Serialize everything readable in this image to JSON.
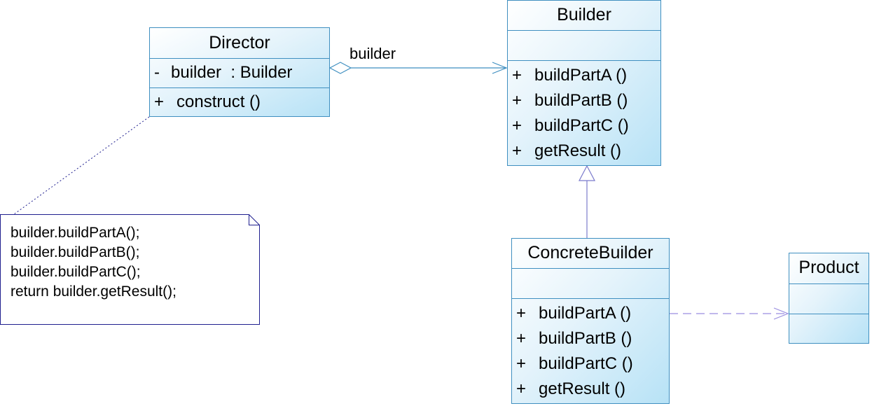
{
  "classes": {
    "director": {
      "name": "Director",
      "attributes": [
        {
          "vis": "-",
          "text": "builder  : Builder"
        }
      ],
      "operations": [
        {
          "vis": "+",
          "text": "construct ()"
        }
      ]
    },
    "builder": {
      "name": "Builder",
      "attributes": [],
      "operations": [
        {
          "vis": "+",
          "text": "buildPartA ()"
        },
        {
          "vis": "+",
          "text": "buildPartB ()"
        },
        {
          "vis": "+",
          "text": "buildPartC ()"
        },
        {
          "vis": "+",
          "text": "getResult ()"
        }
      ]
    },
    "concrete_builder": {
      "name": "ConcreteBuilder",
      "attributes": [],
      "operations": [
        {
          "vis": "+",
          "text": "buildPartA ()"
        },
        {
          "vis": "+",
          "text": "buildPartB ()"
        },
        {
          "vis": "+",
          "text": "buildPartC ()"
        },
        {
          "vis": "+",
          "text": "getResult ()"
        }
      ]
    },
    "product": {
      "name": "Product",
      "attributes": [],
      "operations": []
    }
  },
  "association_label": "builder",
  "note_lines": [
    "builder.buildPartA();",
    "builder.buildPartB();",
    "builder.buildPartC();",
    "return builder.getResult();"
  ],
  "colors": {
    "class_border": "#3f8fc0",
    "class_fill_light": "#e4f3fb",
    "class_fill_dark": "#b7e2f6",
    "association_line": "#3f8fc0",
    "generalization_line": "#7a7acc",
    "dependency_line": "#9a8ee0",
    "note_border": "#1f1f8f"
  }
}
